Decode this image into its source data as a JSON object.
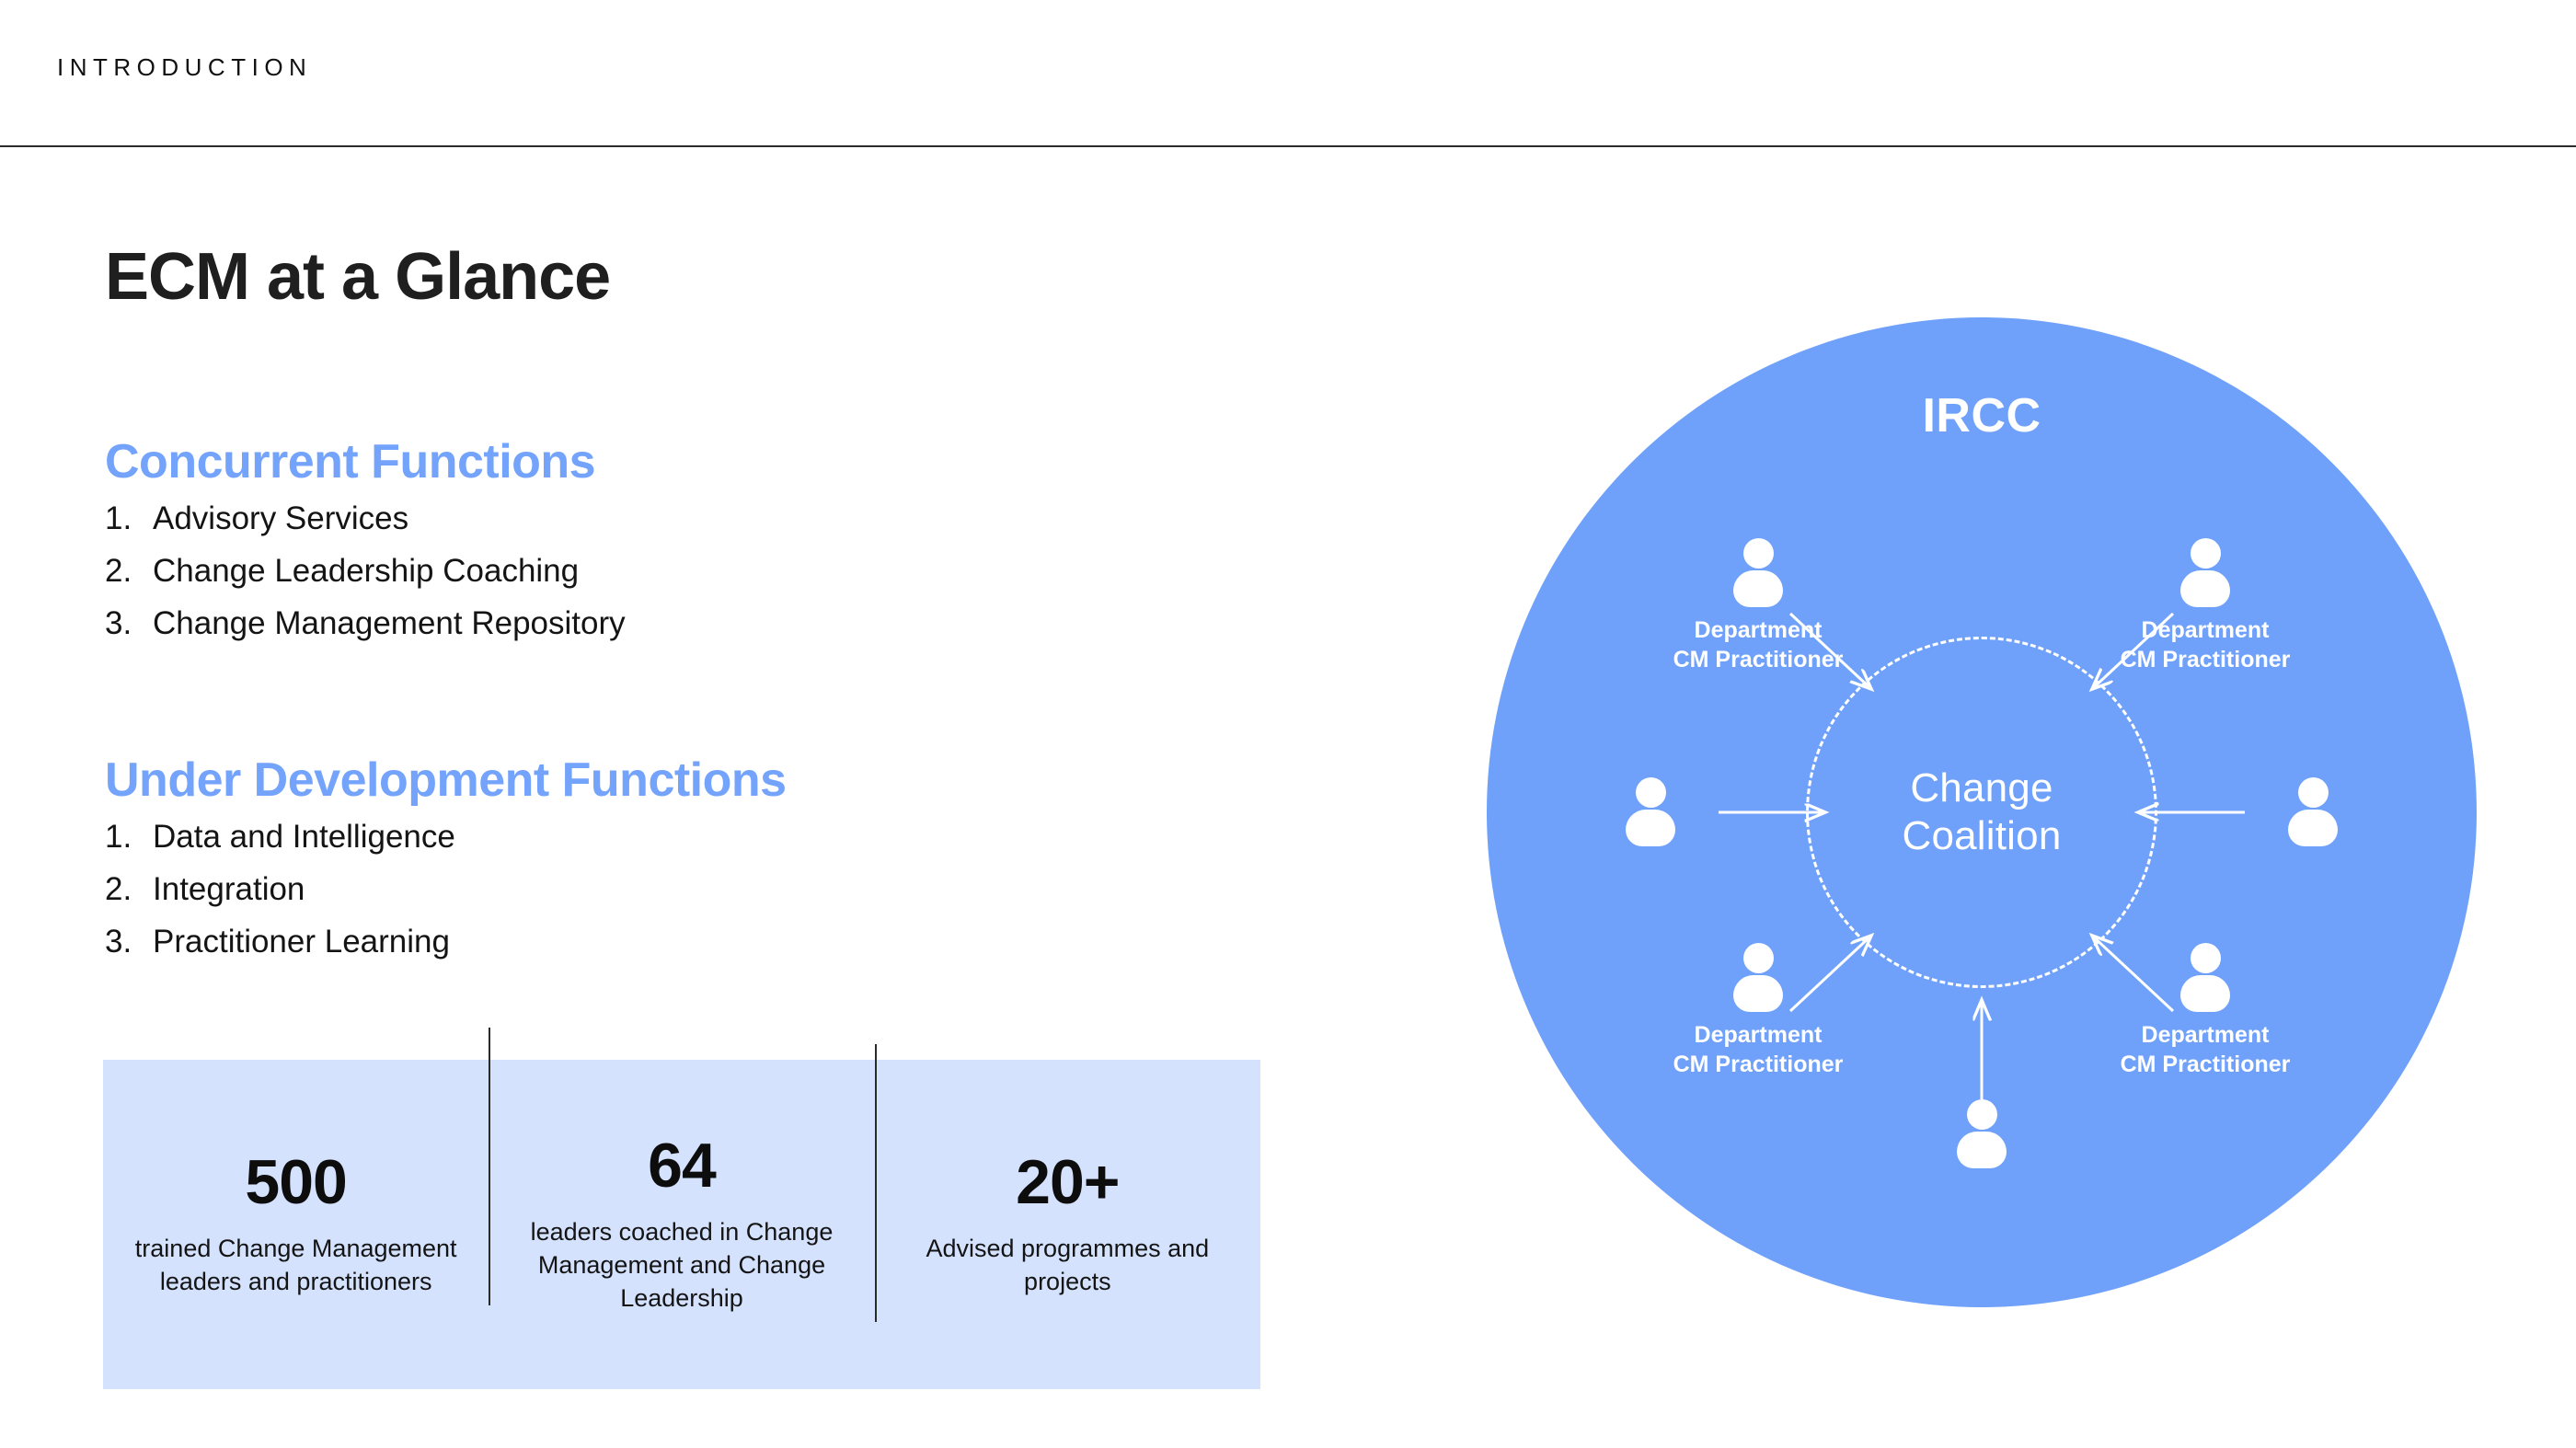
{
  "header": {
    "eyebrow": "INTRODUCTION"
  },
  "slide": {
    "title": "ECM at a Glance"
  },
  "sections": [
    {
      "heading": "Concurrent Functions",
      "items": [
        {
          "num": "1.",
          "text": "Advisory Services"
        },
        {
          "num": "2.",
          "text": "Change Leadership Coaching"
        },
        {
          "num": "3.",
          "text": "Change Management Repository"
        }
      ]
    },
    {
      "heading": "Under Development Functions",
      "items": [
        {
          "num": "1.",
          "text": "Data and Intelligence"
        },
        {
          "num": "2.",
          "text": "Integration"
        },
        {
          "num": "3.",
          "text": "Practitioner Learning"
        }
      ]
    }
  ],
  "stats": [
    {
      "value": "500",
      "label": "trained Change Management leaders and practitioners"
    },
    {
      "value": "64",
      "label": "leaders coached in Change Management and Change Leadership"
    },
    {
      "value": "20+",
      "label": "Advised programmes and projects"
    }
  ],
  "diagram": {
    "outer_label": "IRCC",
    "center_line1": "Change",
    "center_line2": "Coalition",
    "node_label_line1": "Department",
    "node_label_line2": "CM Practitioner",
    "nodes": [
      {
        "position": "top-left",
        "label_line1": "Department",
        "label_line2": "CM Practitioner",
        "label_visible": true
      },
      {
        "position": "top-right",
        "label_line1": "Department",
        "label_line2": "CM Practitioner",
        "label_visible": true
      },
      {
        "position": "left",
        "label_line1": "",
        "label_line2": "",
        "label_visible": false
      },
      {
        "position": "right",
        "label_line1": "",
        "label_line2": "",
        "label_visible": false
      },
      {
        "position": "bottom-left",
        "label_line1": "Department",
        "label_line2": "CM Practitioner",
        "label_visible": true
      },
      {
        "position": "bottom-right",
        "label_line1": "Department",
        "label_line2": "CM Practitioner",
        "label_visible": true
      },
      {
        "position": "bottom",
        "label_line1": "",
        "label_line2": "",
        "label_visible": false
      }
    ]
  },
  "colors": {
    "accent_blue": "#74A3FB",
    "circle_blue": "#6FA1FB",
    "band_blue": "#D4E2FE",
    "text_dark": "#141414",
    "white": "#FFFFFF"
  }
}
